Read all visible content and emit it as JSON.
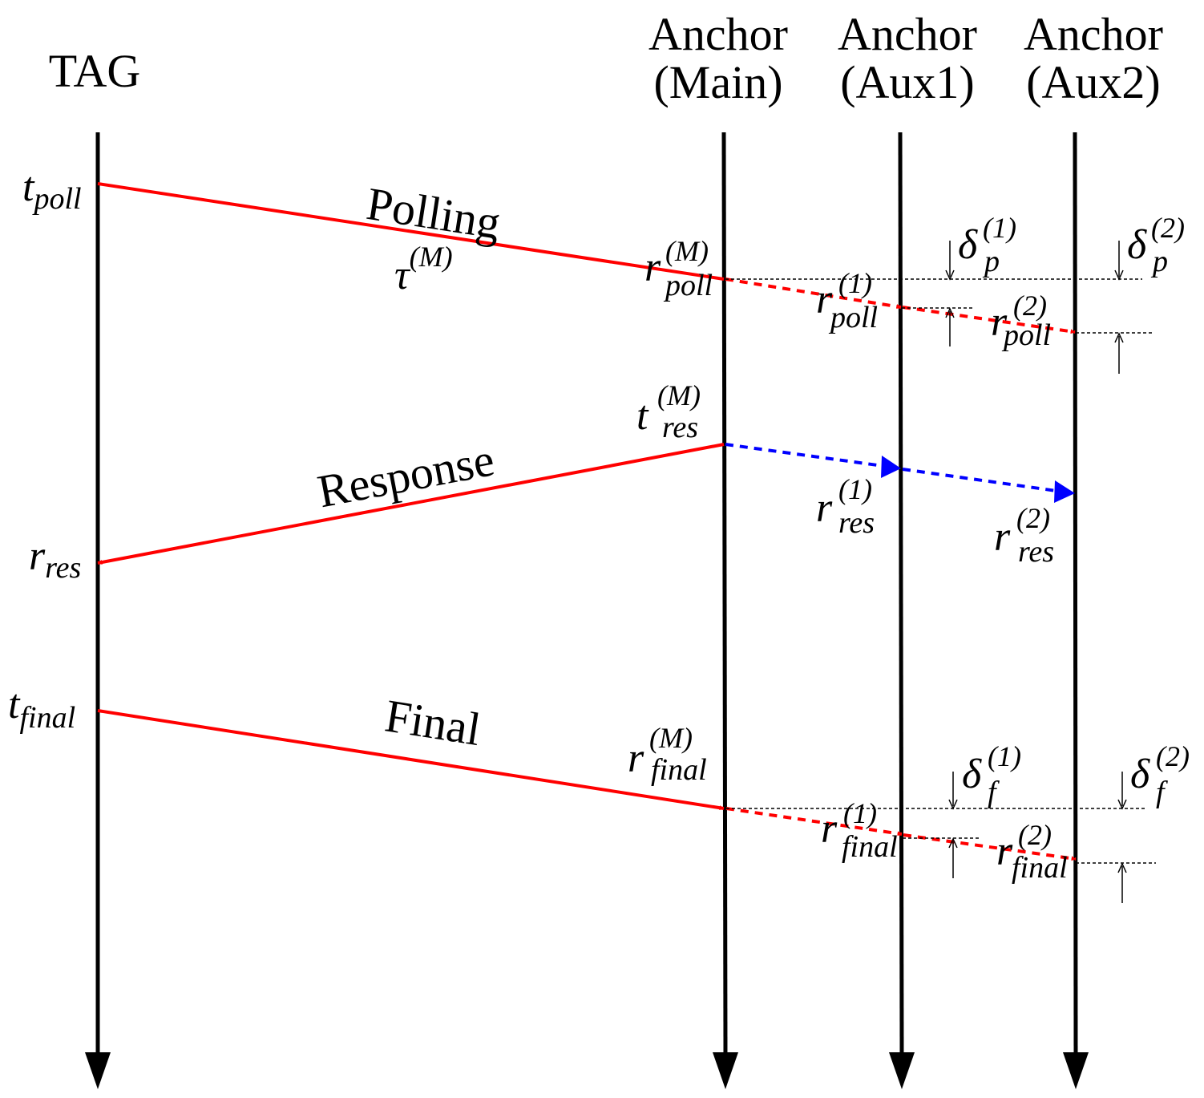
{
  "participants": {
    "tag": "TAG",
    "main": {
      "line1": "Anchor",
      "line2": "(Main)"
    },
    "aux1": {
      "line1": "Anchor",
      "line2": "(Aux1)"
    },
    "aux2": {
      "line1": "Anchor",
      "line2": "(Aux2)"
    }
  },
  "messages": {
    "polling": "Polling",
    "response": "Response",
    "final": "Final"
  },
  "labels": {
    "t_poll": {
      "base": "t",
      "sub": "poll"
    },
    "tau_M": {
      "base": "τ",
      "sup": "(M)"
    },
    "r_poll_M": {
      "base": "r",
      "sub": "poll",
      "sup": "(M)"
    },
    "r_poll_1": {
      "base": "r",
      "sub": "poll",
      "sup": "(1)"
    },
    "r_poll_2": {
      "base": "r",
      "sub": "poll",
      "sup": "(2)"
    },
    "delta_p_1": {
      "base": "δ",
      "sub": "p",
      "sup": "(1)"
    },
    "delta_p_2": {
      "base": "δ",
      "sub": "p",
      "sup": "(2)"
    },
    "t_res_M": {
      "base": "t",
      "sub": "res",
      "sup": "(M)"
    },
    "r_res_1": {
      "base": "r",
      "sub": "res",
      "sup": "(1)"
    },
    "r_res_2": {
      "base": "r",
      "sub": "res",
      "sup": "(2)"
    },
    "r_res": {
      "base": "r",
      "sub": "res"
    },
    "t_final": {
      "base": "t",
      "sub": "final"
    },
    "r_final_M": {
      "base": "r",
      "sub": "final",
      "sup": "(M)"
    },
    "r_final_1": {
      "base": "r",
      "sub": "final",
      "sup": "(1)"
    },
    "r_final_2": {
      "base": "r",
      "sub": "final",
      "sup": "(2)"
    },
    "delta_f_1": {
      "base": "δ",
      "sub": "f",
      "sup": "(1)"
    },
    "delta_f_2": {
      "base": "δ",
      "sub": "f",
      "sup": "(2)"
    }
  },
  "colors": {
    "lifeline": "#000000",
    "message": "#ff0000",
    "forward_red": "#ff0000",
    "forward_blue": "#0000ff"
  }
}
